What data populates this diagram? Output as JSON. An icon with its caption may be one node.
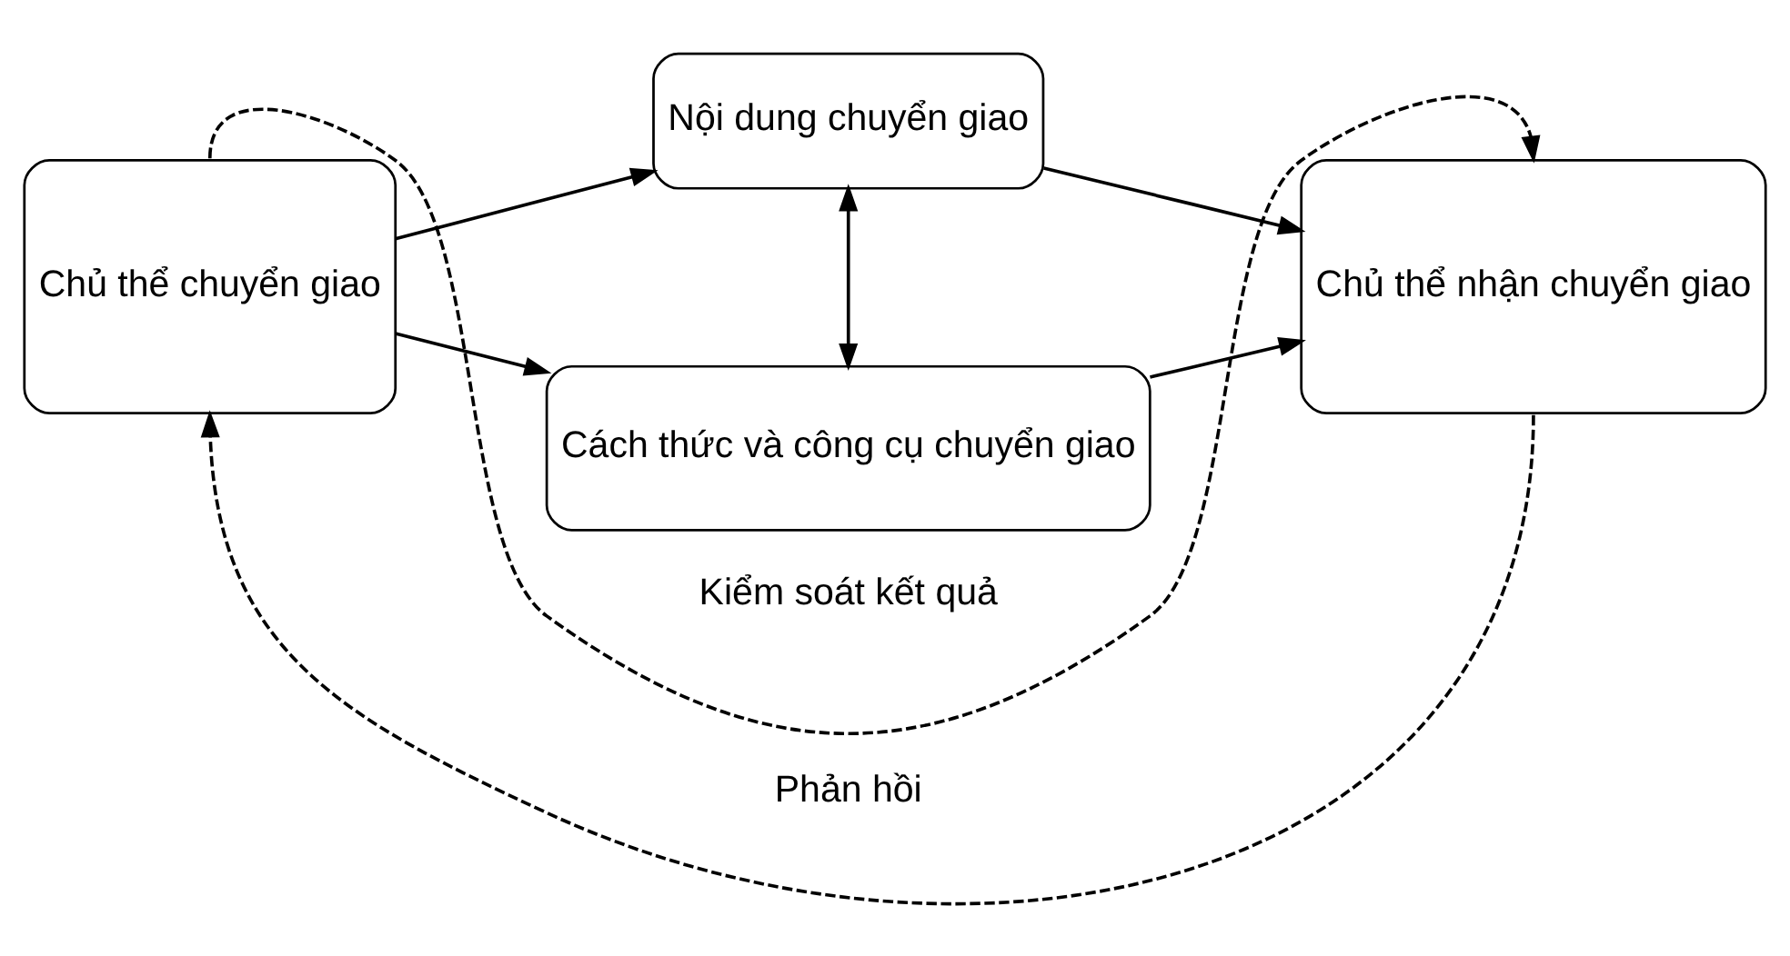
{
  "diagram": {
    "nodes": [
      {
        "text": [
          "Chủ thể chuyển giao"
        ]
      },
      {
        "text": [
          "Nội dung chuyển giao"
        ]
      },
      {
        "text": [
          "Cách thức và công cụ chuyển giao"
        ]
      },
      {
        "text": [
          "Chủ thể nhận chuyển giao"
        ]
      }
    ],
    "edges": [
      {
        "from": 0,
        "to": 1,
        "arrow": "to"
      },
      {
        "from": 0,
        "to": 2,
        "arrow": "to"
      },
      {
        "from": 1,
        "to": 2,
        "arrow": "both"
      },
      {
        "from": 1,
        "to": 3,
        "arrow": "to"
      },
      {
        "from": 2,
        "to": 3,
        "arrow": "to"
      },
      {
        "from": 3,
        "to": 0,
        "arrow": "to",
        "label": "Phản hồi",
        "style": "dashed"
      },
      {
        "from": 0,
        "to": 3,
        "arrow": "to",
        "label": "Kiểm soát kết quả",
        "style": "dashed"
      }
    ]
  }
}
